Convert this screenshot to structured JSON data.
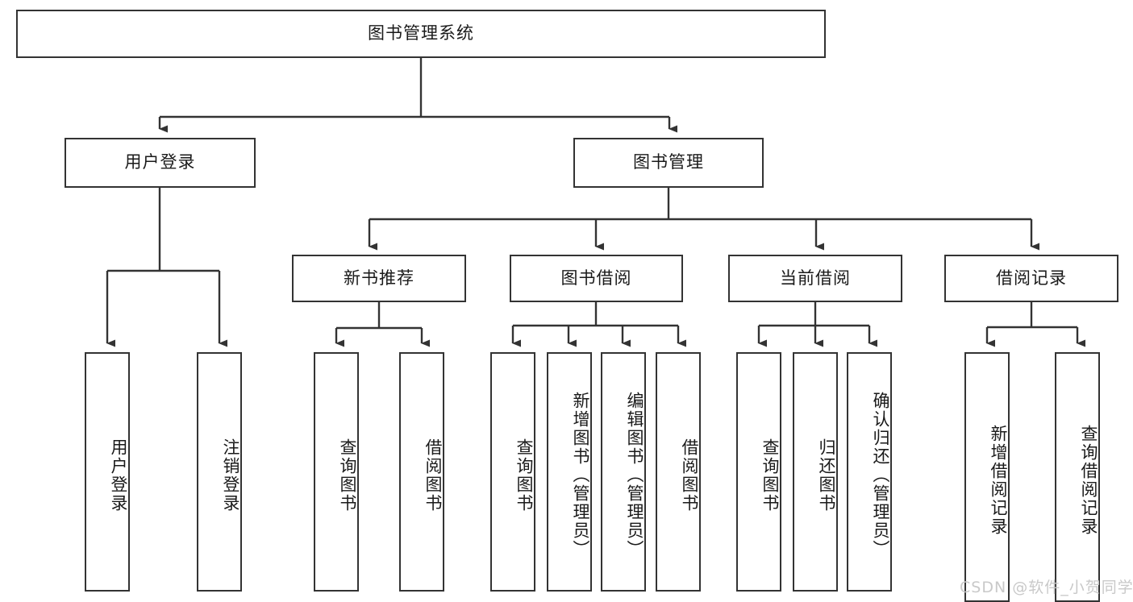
{
  "diagram": {
    "title": "图书管理系统",
    "type": "tree",
    "root": {
      "label": "图书管理系统"
    },
    "level1": [
      {
        "label": "用户登录"
      },
      {
        "label": "图书管理"
      }
    ],
    "level2": [
      {
        "label": "新书推荐"
      },
      {
        "label": "图书借阅"
      },
      {
        "label": "当前借阅"
      },
      {
        "label": "借阅记录"
      }
    ],
    "leaves": {
      "user_login": [
        {
          "label": "用户登录"
        },
        {
          "label": "注销登录"
        }
      ],
      "new_book_recommend": [
        {
          "label": "查询图书"
        },
        {
          "label": "借阅图书"
        }
      ],
      "book_borrow": [
        {
          "label": "查询图书"
        },
        {
          "label": "新增图书（管理员）"
        },
        {
          "label": "编辑图书（管理员）"
        },
        {
          "label": "借阅图书"
        }
      ],
      "current_borrow": [
        {
          "label": "查询图书"
        },
        {
          "label": "归还图书"
        },
        {
          "label": "确认归还（管理员）"
        }
      ],
      "borrow_record": [
        {
          "label": "新增借阅记录"
        },
        {
          "label": "查询借阅记录"
        }
      ]
    }
  },
  "watermark": {
    "text": "CSDN @软件_小贺同学",
    "color": "#c9c9c9"
  },
  "colors": {
    "border": "#333333",
    "background": "#ffffff",
    "text": "#1a1a1a",
    "edge": "#333333"
  }
}
